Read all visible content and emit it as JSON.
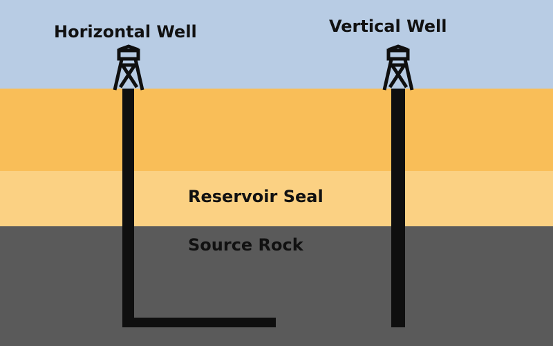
{
  "colors": {
    "sky": "#b8cce4",
    "reservoir": "#f9be58",
    "seal": "#fbd183",
    "source_rock": "#5a5a5a",
    "pipe": "#0f0f0f"
  },
  "labels": {
    "horizontal_well": "Horizontal Well",
    "vertical_well": "Vertical Well",
    "reservoir_seal": "Reservoir Seal",
    "source_rock": "Source Rock"
  },
  "icons": {
    "derrick": "oil-derrick-icon"
  }
}
